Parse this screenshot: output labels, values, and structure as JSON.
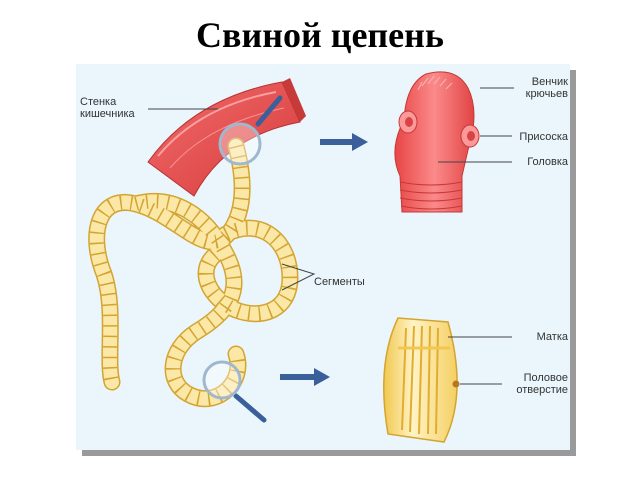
{
  "title": "Свиной цепень",
  "labels": {
    "intestine_wall": "Стенка\nкишечника",
    "hook_crown": "Венчик\nкрючьев",
    "sucker": "Присоска",
    "head": "Головка",
    "segments": "Сегменты",
    "uterus": "Матка",
    "genital_pore": "Половое\nотверстие"
  },
  "colors": {
    "panel": "#eaf6fb",
    "intestine": "#e84a4a",
    "worm": "#fbe7a6",
    "arrow": "#3a5f9a"
  }
}
